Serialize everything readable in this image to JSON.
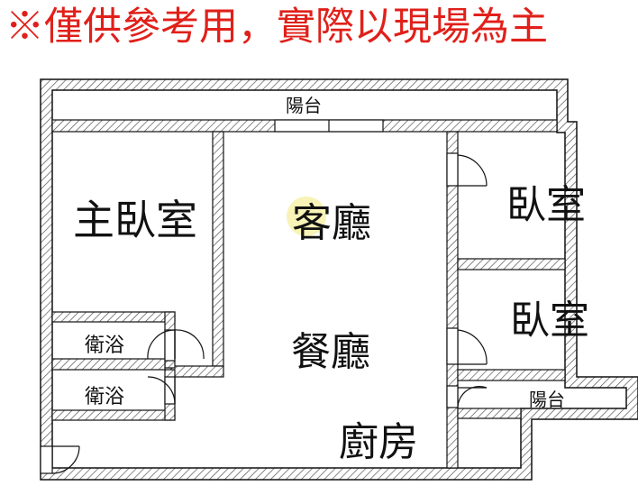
{
  "notice": "※僅供參考用，實際以現場為主",
  "rooms": {
    "balcony_top": "陽台",
    "master_bedroom": "主臥室",
    "living_room": "客廳",
    "bedroom_1": "臥室",
    "bedroom_2": "臥室",
    "bathroom_1": "衛浴",
    "bathroom_2": "衛浴",
    "dining_room": "餐廳",
    "kitchen": "廚房",
    "balcony_right": "陽台"
  },
  "colors": {
    "notice": "#e0201a",
    "wall": "#111111",
    "hatch": "#555555",
    "watermark": "#f2ea7a"
  }
}
